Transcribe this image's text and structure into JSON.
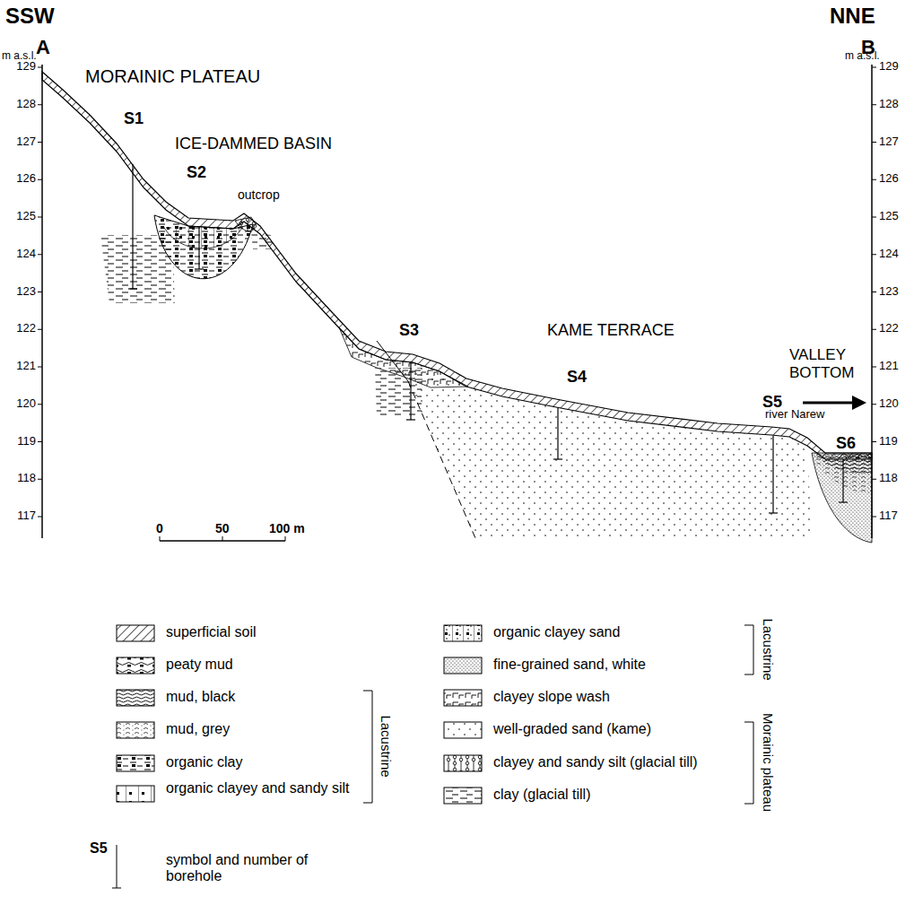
{
  "diagram": {
    "labels": [
      "SSW",
      "NNE",
      "A",
      "B",
      "m a.s.l.",
      "m a.s.l.",
      "129",
      "128",
      "127",
      "126",
      "125",
      "124",
      "123",
      "122",
      "121",
      "120",
      "119",
      "118",
      "117",
      "129",
      "128",
      "127",
      "126",
      "125",
      "124",
      "123",
      "122",
      "121",
      "120",
      "119",
      "118",
      "117",
      "MORAINIC PLATEAU",
      "S1",
      "ICE-DAMMED BASIN",
      "S2",
      "outcrop",
      "S3",
      "KAME TERRACE",
      "S4",
      "VALLEY BOTTOM",
      "S5",
      "river Narew",
      "S6",
      "0",
      "50",
      "100 m",
      "S5",
      "Lacustrine",
      "Lacustrine",
      "Morainic plateau"
    ],
    "legend": [
      {
        "text": "superficial soil"
      },
      {
        "text": "peaty mud"
      },
      {
        "text": "mud, black"
      },
      {
        "text": "mud, grey"
      },
      {
        "text": "organic clay"
      },
      {
        "text": "organic clayey and sandy silt"
      },
      {
        "text": "symbol and number of borehole"
      },
      {
        "text": "organic clayey sand"
      },
      {
        "text": "fine-grained sand, white"
      },
      {
        "text": "clayey slope wash"
      },
      {
        "text": "well-graded sand (kame)"
      },
      {
        "text": "clayey and sandy silt (glacial till)"
      },
      {
        "text": "clay (glacial till)"
      }
    ]
  }
}
